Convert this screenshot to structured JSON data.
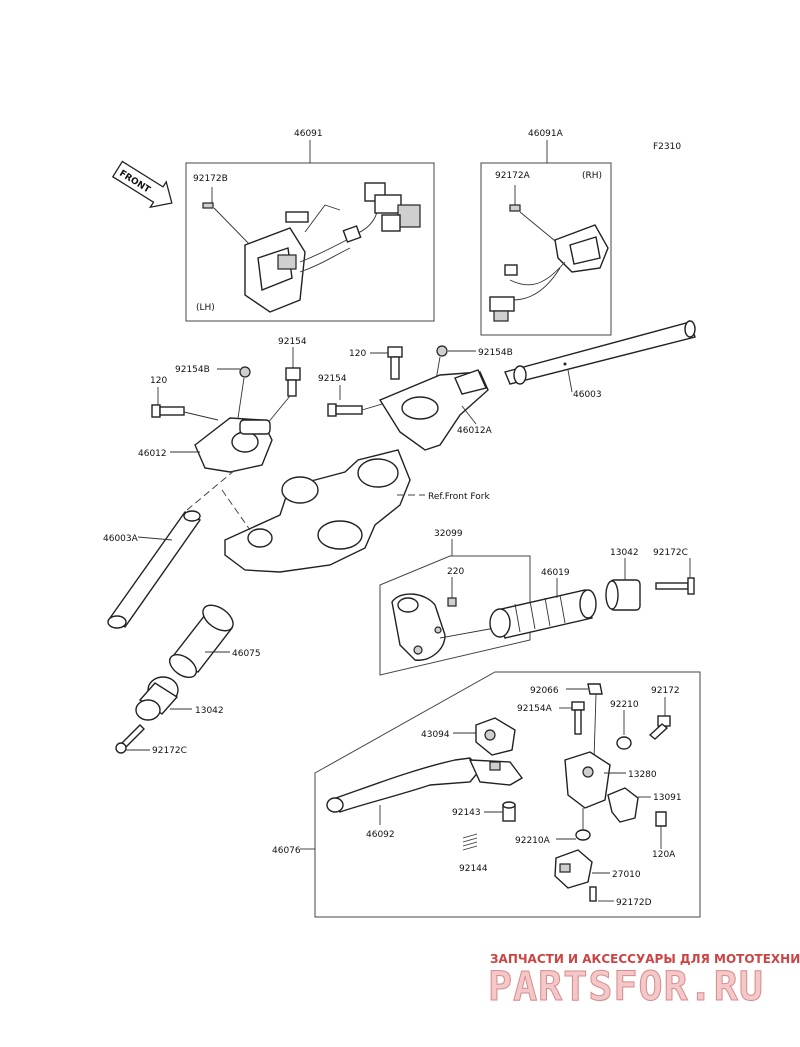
{
  "figure_code": "F2310",
  "front_marker": "FRONT",
  "side_lh": "(LH)",
  "side_rh": "(RH)",
  "ref_front_fork": "Ref.Front Fork",
  "labels": {
    "p46091": "46091",
    "p92172B": "92172B",
    "p46091A": "46091A",
    "p92172A": "92172A",
    "p92154_top": "92154",
    "p120_top": "120",
    "p92154B_right": "92154B",
    "p92154B_left": "92154B",
    "p120_left": "120",
    "p92154_mid": "92154",
    "p46003": "46003",
    "p46012A": "46012A",
    "p46012": "46012",
    "p46003A": "46003A",
    "p32099": "32099",
    "p220": "220",
    "p46019": "46019",
    "p13042_right": "13042",
    "p92172C_right": "92172C",
    "p46075": "46075",
    "p13042_left": "13042",
    "p92172C_left": "92172C",
    "p92066": "92066",
    "p92172": "92172",
    "p92154A": "92154A",
    "p92210": "92210",
    "p43094": "43094",
    "p13280": "13280",
    "p13091": "13091",
    "p92143": "92143",
    "p46092": "46092",
    "p46076": "46076",
    "p92210A": "92210A",
    "p120A": "120A",
    "p92144": "92144",
    "p27010": "27010",
    "p92172D": "92172D"
  },
  "watermark": {
    "tagline": "ЗАПЧАСТИ И АКСЕССУАРЫ ДЛЯ МОТОТЕХНИКИ",
    "brand": "PARTSFOR.RU"
  }
}
